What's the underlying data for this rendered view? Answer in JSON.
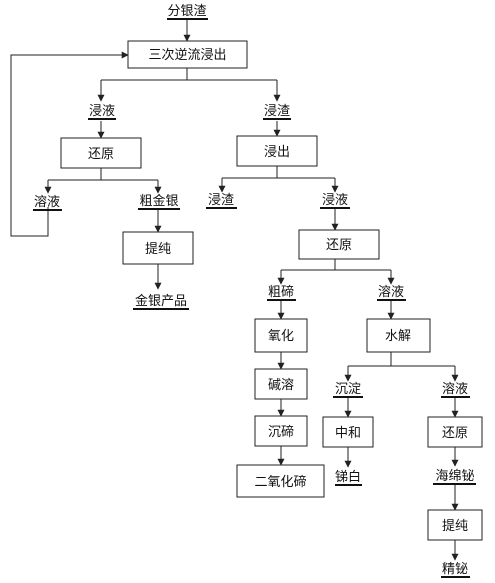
{
  "nodes": {
    "n1": "分银渣",
    "n2": "三次逆流浸出",
    "n3": "浸液",
    "n4": "还原",
    "n5": "溶液",
    "n6": "粗金银",
    "n7": "提纯",
    "n8": "金银产品",
    "n9": "浸渣",
    "n10": "浸出",
    "n11": "浸渣",
    "n12": "浸液",
    "n13": "还原",
    "n14": "粗碲",
    "n15": "溶液",
    "n16": "氧化",
    "n17": "水解",
    "n18": "碱溶",
    "n19": "沉淀",
    "n20": "溶液",
    "n21": "沉碲",
    "n22": "中和",
    "n23": "还原",
    "n24": "二氧化碲",
    "n25": "锑白",
    "n26": "海绵铋",
    "n27": "提纯",
    "n28": "精铋"
  }
}
